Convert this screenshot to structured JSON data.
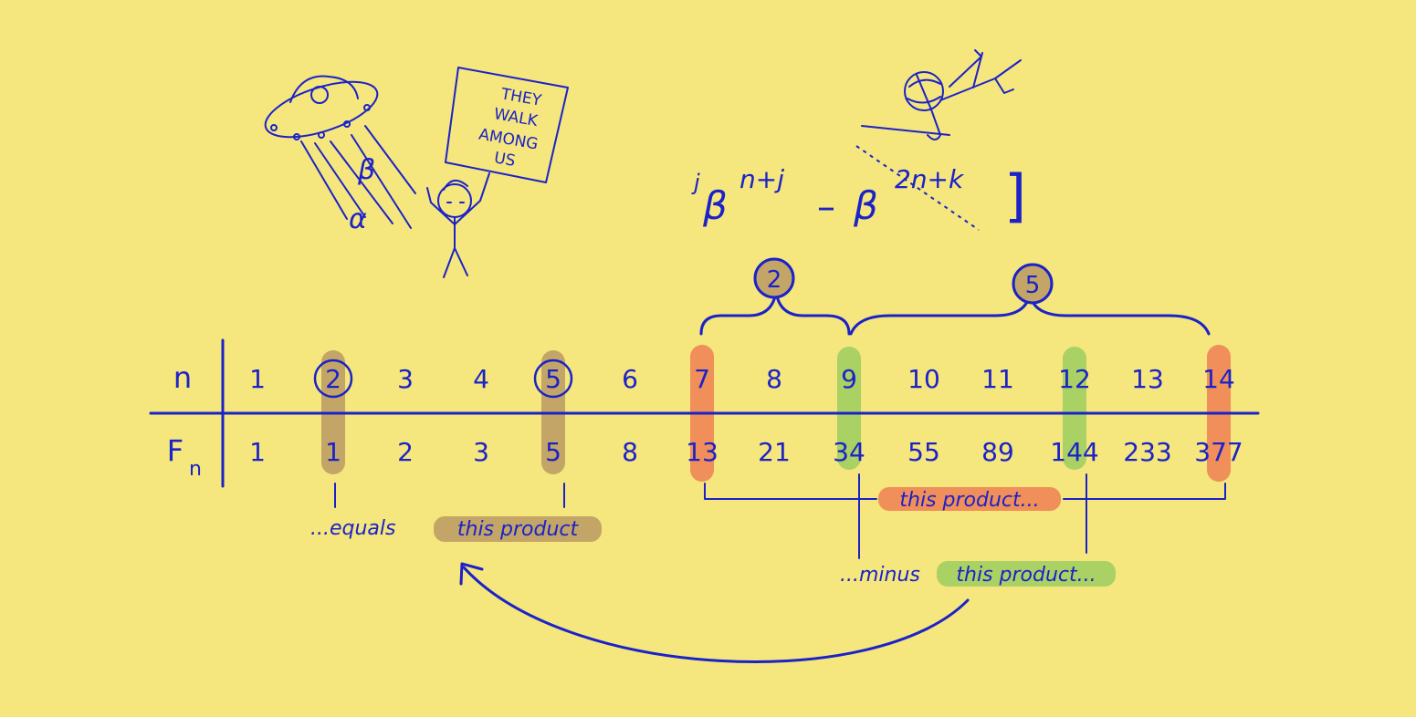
{
  "table": {
    "row_n_label": "n",
    "row_f_label": "F",
    "row_f_sub": "n",
    "n_values": [
      "1",
      "2",
      "3",
      "4",
      "5",
      "6",
      "7",
      "8",
      "9",
      "10",
      "11",
      "12",
      "13",
      "14"
    ],
    "f_values": [
      "1",
      "1",
      "2",
      "3",
      "5",
      "8",
      "13",
      "21",
      "34",
      "55",
      "89",
      "144",
      "233",
      "377"
    ],
    "circled_indices": [
      1,
      4
    ]
  },
  "highlights": {
    "tan": {
      "color": "#c3a567",
      "columns": [
        1,
        4
      ]
    },
    "orange": {
      "color": "#f08f5a",
      "columns": [
        6,
        13
      ]
    },
    "green": {
      "color": "#a9d163",
      "columns": [
        8,
        11
      ]
    }
  },
  "braces": {
    "left_count": "2",
    "right_count": "5",
    "badge_color": "#c3a567"
  },
  "annotations": {
    "equals_prefix": "...equals",
    "equals_highlight": "this product",
    "orange_product": "this product...",
    "minus_prefix": "...minus",
    "minus_highlight": "this product..."
  },
  "formula": {
    "sup_j": "j",
    "beta": "β",
    "exp1": "n+j",
    "minus": "–",
    "exp2": "2n+k",
    "bracket": "]"
  },
  "sign": {
    "lines": [
      "THEY",
      "WALK",
      "AMONG",
      "US"
    ]
  },
  "ufo": {
    "beam_letters": [
      "β",
      "α"
    ]
  }
}
